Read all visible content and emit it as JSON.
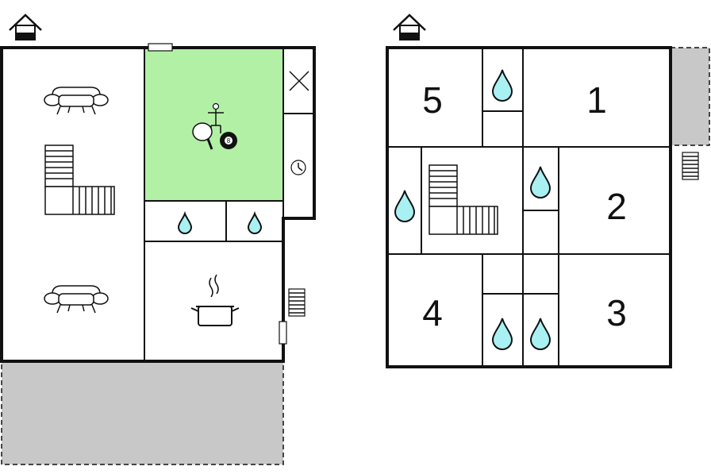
{
  "colors": {
    "wall": "#111111",
    "game_room": "#b2f0a6",
    "terrace": "#c8c8c8",
    "water": "#a9f0f2",
    "background": "#ffffff"
  },
  "ground_floor": {
    "icons": [
      "entrance-house-icon",
      "sofa-icon",
      "staircase-icon",
      "sofa-icon",
      "table-tennis-icon",
      "foosball-icon",
      "billiard-8-ball-icon",
      "close-x-icon",
      "clock-icon",
      "water-drop-icon",
      "water-drop-icon",
      "cooking-pot-icon",
      "exterior-stairs-icon"
    ]
  },
  "upper_floor": {
    "rooms": [
      {
        "number": "5"
      },
      {
        "number": "1"
      },
      {
        "number": "2"
      },
      {
        "number": "4"
      },
      {
        "number": "3"
      }
    ],
    "icons": [
      "entrance-house-icon",
      "water-drop-icon",
      "water-drop-icon",
      "water-drop-icon",
      "water-drop-icon",
      "water-drop-icon",
      "staircase-icon",
      "exterior-stairs-icon"
    ]
  }
}
